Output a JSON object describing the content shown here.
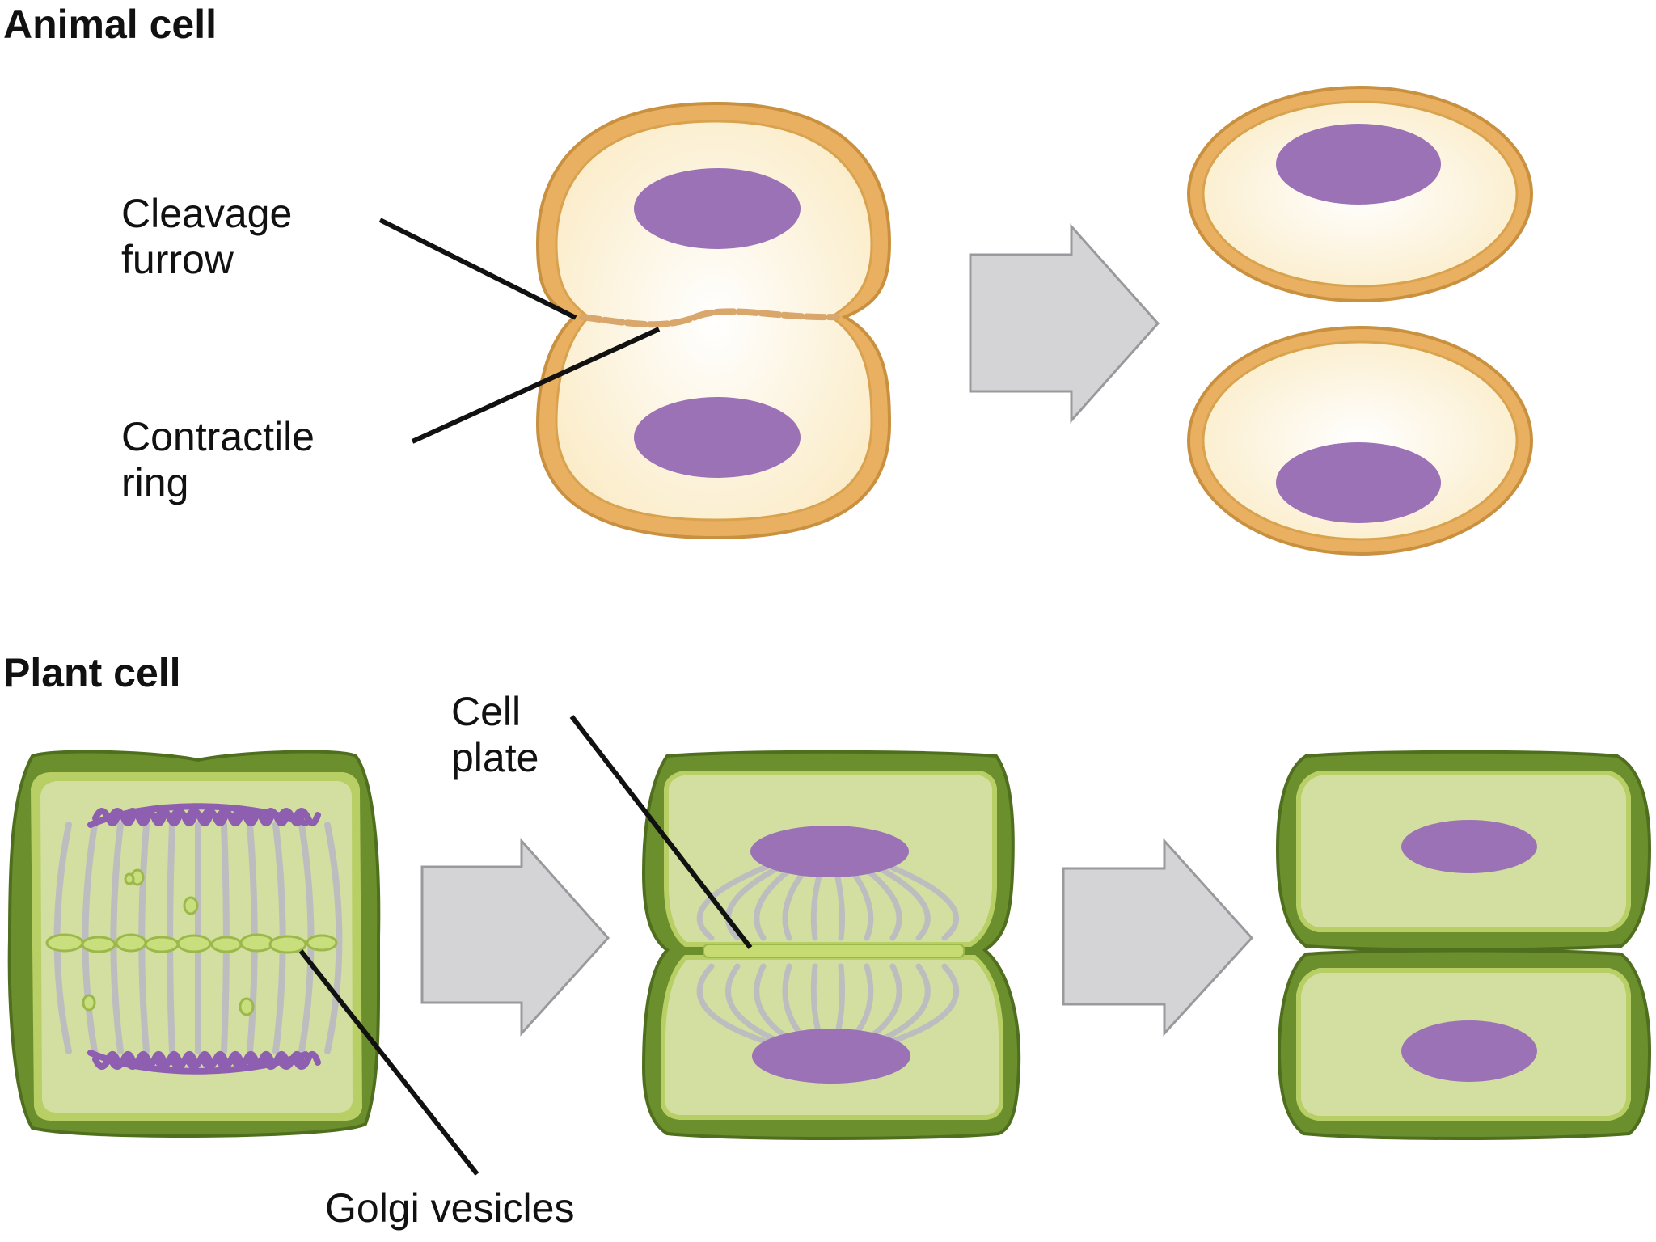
{
  "animal": {
    "title": "Animal cell",
    "labels": {
      "cleavage_furrow_1": "Cleavage",
      "cleavage_furrow_2": "furrow",
      "contractile_ring_1": "Contractile",
      "contractile_ring_2": "ring"
    }
  },
  "plant": {
    "title": "Plant cell",
    "labels": {
      "cell_plate_1": "Cell",
      "cell_plate_2": "plate",
      "golgi_vesicles": "Golgi vesicles"
    }
  },
  "colors": {
    "animal_membrane": "#e8b060",
    "animal_membrane_edge": "#c9913f",
    "animal_cytoplasm": "#fdf4e2",
    "nucleus": "#9b72b5",
    "plant_wall": "#6b8f2d",
    "plant_wall_edge": "#4f6f1e",
    "plant_membrane": "#b7cf64",
    "plant_cytoplasm": "#d2dfa0",
    "chromosome": "#8e5fb0",
    "spindle": "#bdbdc0",
    "arrow_fill": "#d4d4d6",
    "arrow_stroke": "#9a9a9e",
    "leader_line": "#111111"
  }
}
